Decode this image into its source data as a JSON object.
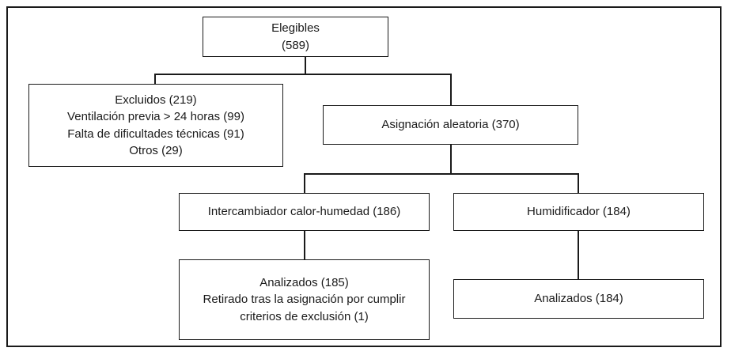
{
  "figure": {
    "type": "flow-diagram",
    "colors": {
      "line": "#1a1a1a",
      "background": "#ffffff"
    },
    "nodes": {
      "elegibles": {
        "lines": [
          "Elegibles",
          "(589)"
        ]
      },
      "excluidos": {
        "lines": [
          "Excluidos (219)",
          "Ventilación previa > 24 horas (99)",
          "Falta de dificultades técnicas (91)",
          "Otros (29)"
        ]
      },
      "asignacion": {
        "lines": [
          "Asignación aleatoria (370)"
        ]
      },
      "intercambiador": {
        "lines": [
          "Intercambiador calor-humedad (186)"
        ]
      },
      "humidificador": {
        "lines": [
          "Humidificador (184)"
        ]
      },
      "analizados_intercambiador": {
        "lines": [
          "Analizados (185)",
          "Retirado tras la asignación por cumplir",
          "criterios de exclusión (1)"
        ]
      },
      "analizados_humidificador": {
        "lines": [
          "Analizados (184)"
        ]
      }
    },
    "edges": [
      "elegibles -> excluidos",
      "elegibles -> asignacion",
      "asignacion -> intercambiador",
      "asignacion -> humidificador",
      "intercambiador -> analizados_intercambiador",
      "humidificador -> analizados_humidificador"
    ]
  }
}
